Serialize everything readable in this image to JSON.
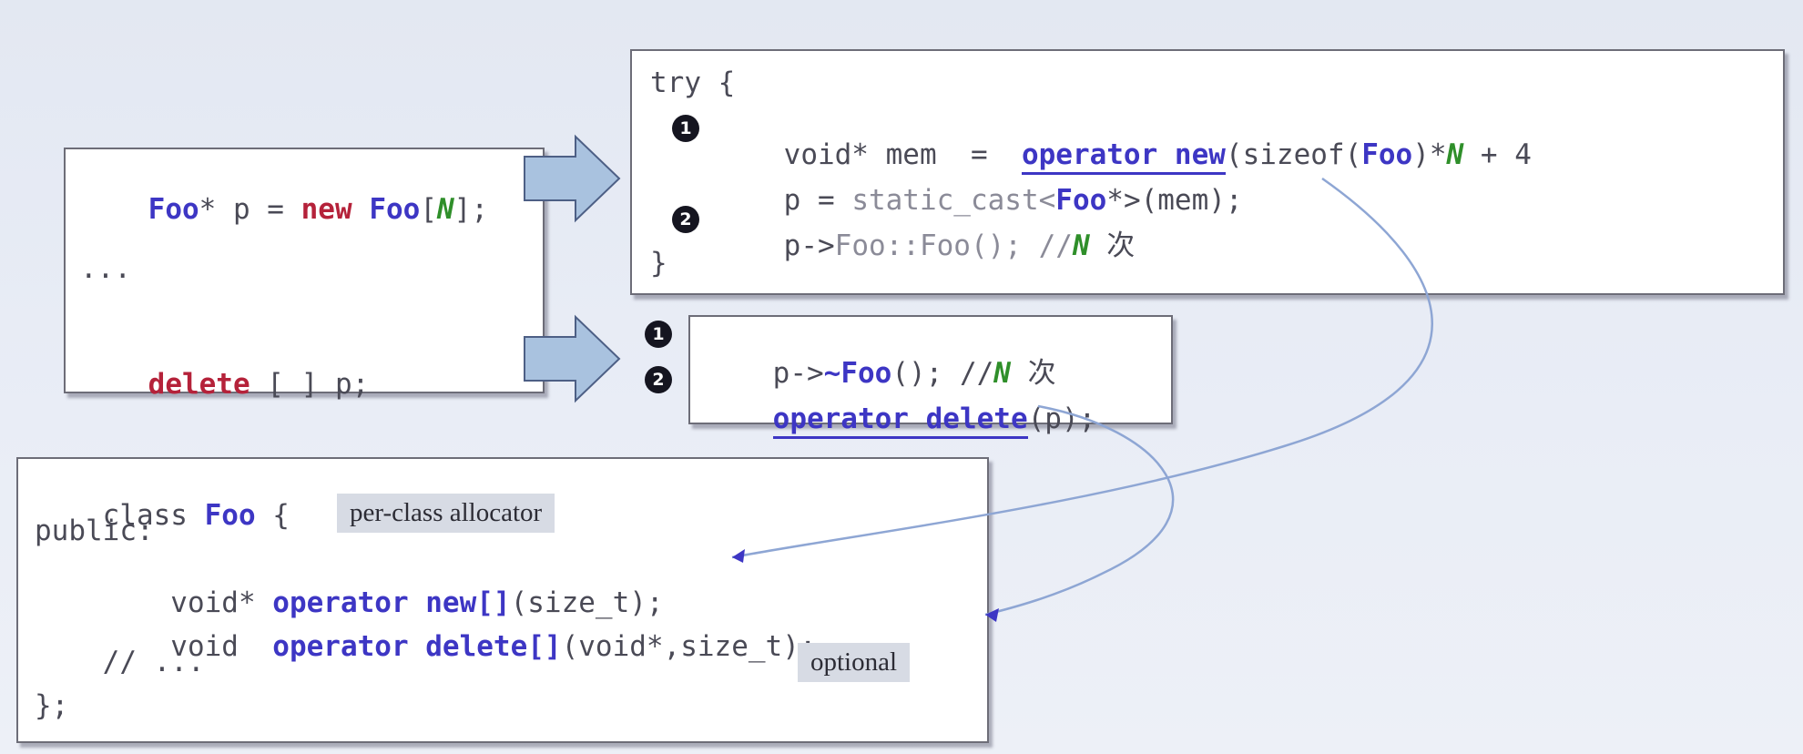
{
  "left_box": {
    "line1": {
      "type": "Foo",
      "star_var": "* p = ",
      "new_kw": "new",
      "space": " ",
      "type2": "Foo",
      "open": "[",
      "n": "N",
      "close": "];"
    },
    "line2": "...",
    "line3": {
      "delete_kw": "delete",
      "rest": " [ ] p;"
    }
  },
  "top_right_box": {
    "line1": "try {",
    "line2": {
      "badge": "1",
      "pre": "void* mem  =  ",
      "op_new": "operator new",
      "args_a": "(sizeof(",
      "type": "Foo",
      "args_b": ")*",
      "n": "N",
      "args_c": " + 4"
    },
    "line3": {
      "pre": "p = ",
      "cast": "static_cast<",
      "type": "Foo",
      "post_star": "*>",
      "post": "(mem);"
    },
    "line4": {
      "badge": "2",
      "pre": "p->",
      "ctor": "Foo::Foo(); //",
      "n": "N",
      "suffix": " 次"
    },
    "line5": "}"
  },
  "mid_right_box": {
    "badge1": "1",
    "badge2": "2",
    "line1": {
      "pre": "p->",
      "dtor": "~Foo",
      "post": "(); //",
      "n": "N",
      "suffix": " 次"
    },
    "line2": {
      "op_delete": "operator delete",
      "post": "(p);"
    }
  },
  "bottom_box": {
    "line1": {
      "class_kw": "class ",
      "name": "Foo",
      "brace": " {"
    },
    "line2": "public:",
    "line3": {
      "pre": "    void* ",
      "op": "operator new[]",
      "post": "(size_t);"
    },
    "line4": {
      "pre": "    void  ",
      "op": "operator delete[]",
      "post": "(void*,size_t);"
    },
    "line5": "    // ...",
    "line6": "};"
  },
  "notes": {
    "per_class": "per-class allocator",
    "optional": "optional"
  },
  "colors": {
    "keyword_red": "#b5223a",
    "keyword_blue": "#3d36c4",
    "template_param_green": "#2f8f2a",
    "arrow_fill": "#a9c2df",
    "arrow_stroke": "#4d5f85",
    "curve_line": "#8ea6d4"
  }
}
